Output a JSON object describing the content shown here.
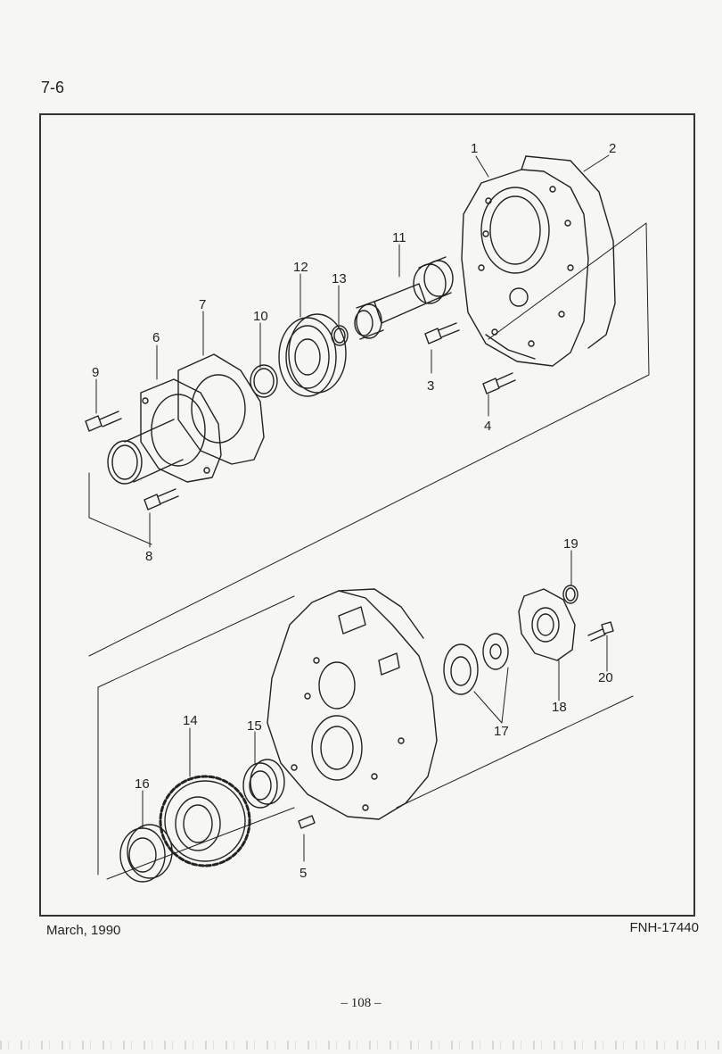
{
  "section": "7-6",
  "footer": {
    "date": "March, 1990",
    "code": "FNH-17440"
  },
  "page_number": "– 108 –",
  "callouts": {
    "c1": "1",
    "c2": "2",
    "c3": "3",
    "c4": "4",
    "c5": "5",
    "c6": "6",
    "c7": "7",
    "c8": "8",
    "c9": "9",
    "c10": "10",
    "c11": "11",
    "c12": "12",
    "c13": "13",
    "c14": "14",
    "c15": "15",
    "c16": "16",
    "c17": "17",
    "c18": "18",
    "c19": "19",
    "c20": "20"
  }
}
